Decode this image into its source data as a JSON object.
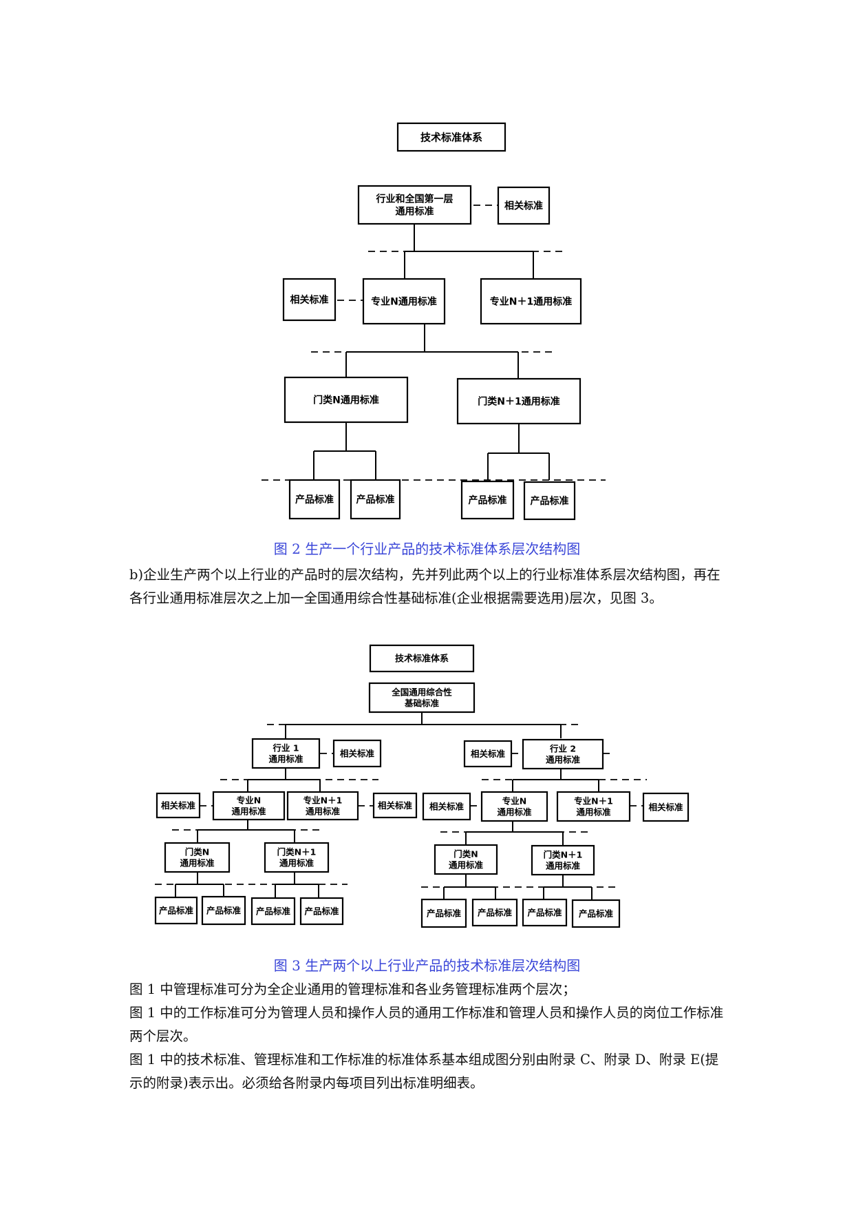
{
  "figure2": {
    "root": "技术标准体系",
    "level1": "行业和全国第一层\n通用标准",
    "related_label": "相关标准",
    "pro_n": "专业N通用标准",
    "pro_n1": "专业N＋1通用标准",
    "cat_n": "门类N通用标准",
    "cat_n1": "门类N＋1通用标准",
    "product": "产品标准",
    "caption": "图 2 生产一个行业产品的技术标准体系层次结构图"
  },
  "paragraph_b": "b)企业生产两个以上行业的产品时的层次结构，先并列此两个以上的行业标准体系层次结构图，再在各行业通用标准层次之上加一全国通用综合性基础标准(企业根据需要选用)层次，见图 3。",
  "figure3": {
    "root": "技术标准体系",
    "national": "全国通用综合性\n基础标准",
    "industry1": "行业 1\n通用标准",
    "industry2": "行业 2\n通用标准",
    "related_label": "相关标准",
    "pro_n": "专业N\n通用标准",
    "pro_n1": "专业N＋1\n通用标准",
    "cat_n": "门类N\n通用标准",
    "cat_n1": "门类N＋1\n通用标准",
    "product": "产品标准",
    "caption": "图 3 生产两个以上行业产品的技术标准层次结构图"
  },
  "body_paragraphs": [
    "图 1 中管理标准可分为全企业通用的管理标准和各业务管理标准两个层次；",
    "图 1 中的工作标准可分为管理人员和操作人员的通用工作标准和管理人员和操作人员的岗位工作标准两个层次。",
    "图 1 中的技术标准、管理标准和工作标准的标准体系基本组成图分别由附录 C、附录 D、附录 E(提示的附录)表示出。必须给各附录内每项目列出标准明细表。"
  ]
}
